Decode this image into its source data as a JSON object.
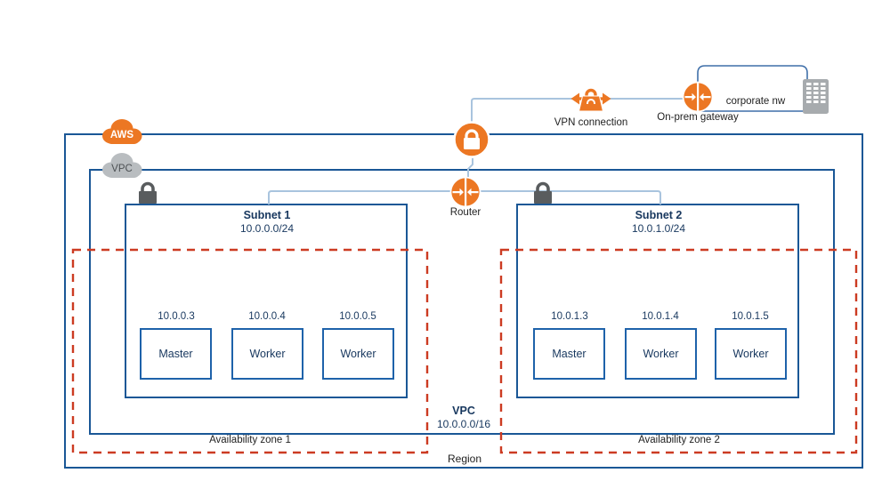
{
  "diagram": {
    "aws_cloud": {
      "label": "AWS"
    },
    "vpc_cloud": {
      "label": "VPC"
    },
    "region": {
      "label": "Region"
    },
    "vpc_box": {
      "title": "VPC",
      "cidr": "10.0.0.0/16"
    },
    "availability_zones": [
      {
        "label": "Availability zone 1"
      },
      {
        "label": "Availability zone 2"
      }
    ],
    "subnets": [
      {
        "title": "Subnet 1",
        "cidr": "10.0.0.0/24",
        "nodes": [
          {
            "ip": "10.0.0.3",
            "role": "Master"
          },
          {
            "ip": "10.0.0.4",
            "role": "Worker"
          },
          {
            "ip": "10.0.0.5",
            "role": "Worker"
          }
        ]
      },
      {
        "title": "Subnet 2",
        "cidr": "10.0.1.0/24",
        "nodes": [
          {
            "ip": "10.0.1.3",
            "role": "Master"
          },
          {
            "ip": "10.0.1.4",
            "role": "Worker"
          },
          {
            "ip": "10.0.1.5",
            "role": "Worker"
          }
        ]
      }
    ],
    "router": {
      "label": "Router"
    },
    "vpn_connection": {
      "label": "VPN connection"
    },
    "onprem_gateway": {
      "label": "On-prem gateway"
    },
    "corporate_network": {
      "label": "corporate nw"
    },
    "icons": [
      "aws-cloud-icon",
      "vpc-cloud-icon",
      "vpn-gateway-lock-icon",
      "router-icon",
      "vpn-connection-lock-icon",
      "onprem-gateway-icon",
      "corporate-building-icon",
      "subnet-lock-icon"
    ],
    "colors": {
      "box_border_blue": "#1a5796",
      "node_border_blue": "#1e62aa",
      "az_dashed_red": "#cc3b22",
      "connector_light_blue": "#a9c4de",
      "connector_dark_blue": "#3f6fa9",
      "aws_orange": "#ec7723",
      "cloud_gray": "#b9bdc0",
      "lock_gray": "#595c5e",
      "building_gray": "#a7abae",
      "text_navy": "#17375e",
      "text_black": "#1f1f1f"
    }
  }
}
